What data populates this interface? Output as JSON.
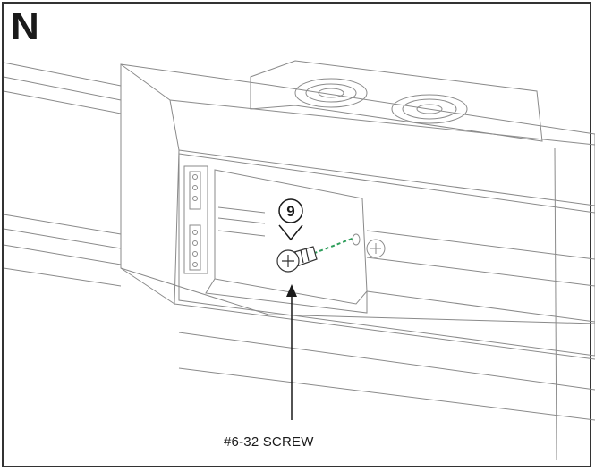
{
  "panel": {
    "letter": "N"
  },
  "step": {
    "number": "9"
  },
  "callout": {
    "label": "#6-32 SCREW"
  },
  "colors": {
    "outline": "#333333",
    "line_art": "#8a8a8a",
    "leader_dashed": "#2e9e5b"
  },
  "icons": [
    "screw-icon",
    "down-arrow-icon",
    "step-circle-icon"
  ]
}
